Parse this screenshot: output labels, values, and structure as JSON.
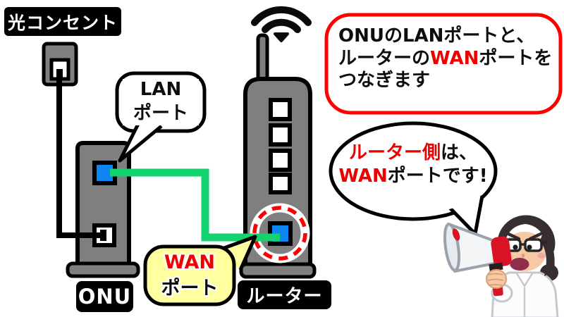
{
  "optical_outlet_label": "光コンセント",
  "onu_label": "ONU",
  "router_label": "ルーター",
  "lan_bubble": {
    "line1": "LAN",
    "line2": "ポート"
  },
  "wan_bubble": {
    "line1": "WAN",
    "line2": "ポート"
  },
  "instruction_box": {
    "line1": "ONUのLANポートと、",
    "line2_pre": "ルーターの",
    "line2_highlight": "WAN",
    "line2_post": "ポートを",
    "line3": "つなぎます"
  },
  "speech_bubble": {
    "line1_highlight": "ルーター側",
    "line1_rest": "は、",
    "line2_highlight": "WAN",
    "line2_rest": "ポートです!"
  },
  "colors": {
    "device_gray": "#7f7f7f",
    "port_blue": "#0d86f1",
    "cable_green": "#12d36d",
    "bubble_yellow": "#ffffa0",
    "accent_red": "#ff0000",
    "label_bg": "#000000",
    "label_text": "#ffffff"
  }
}
